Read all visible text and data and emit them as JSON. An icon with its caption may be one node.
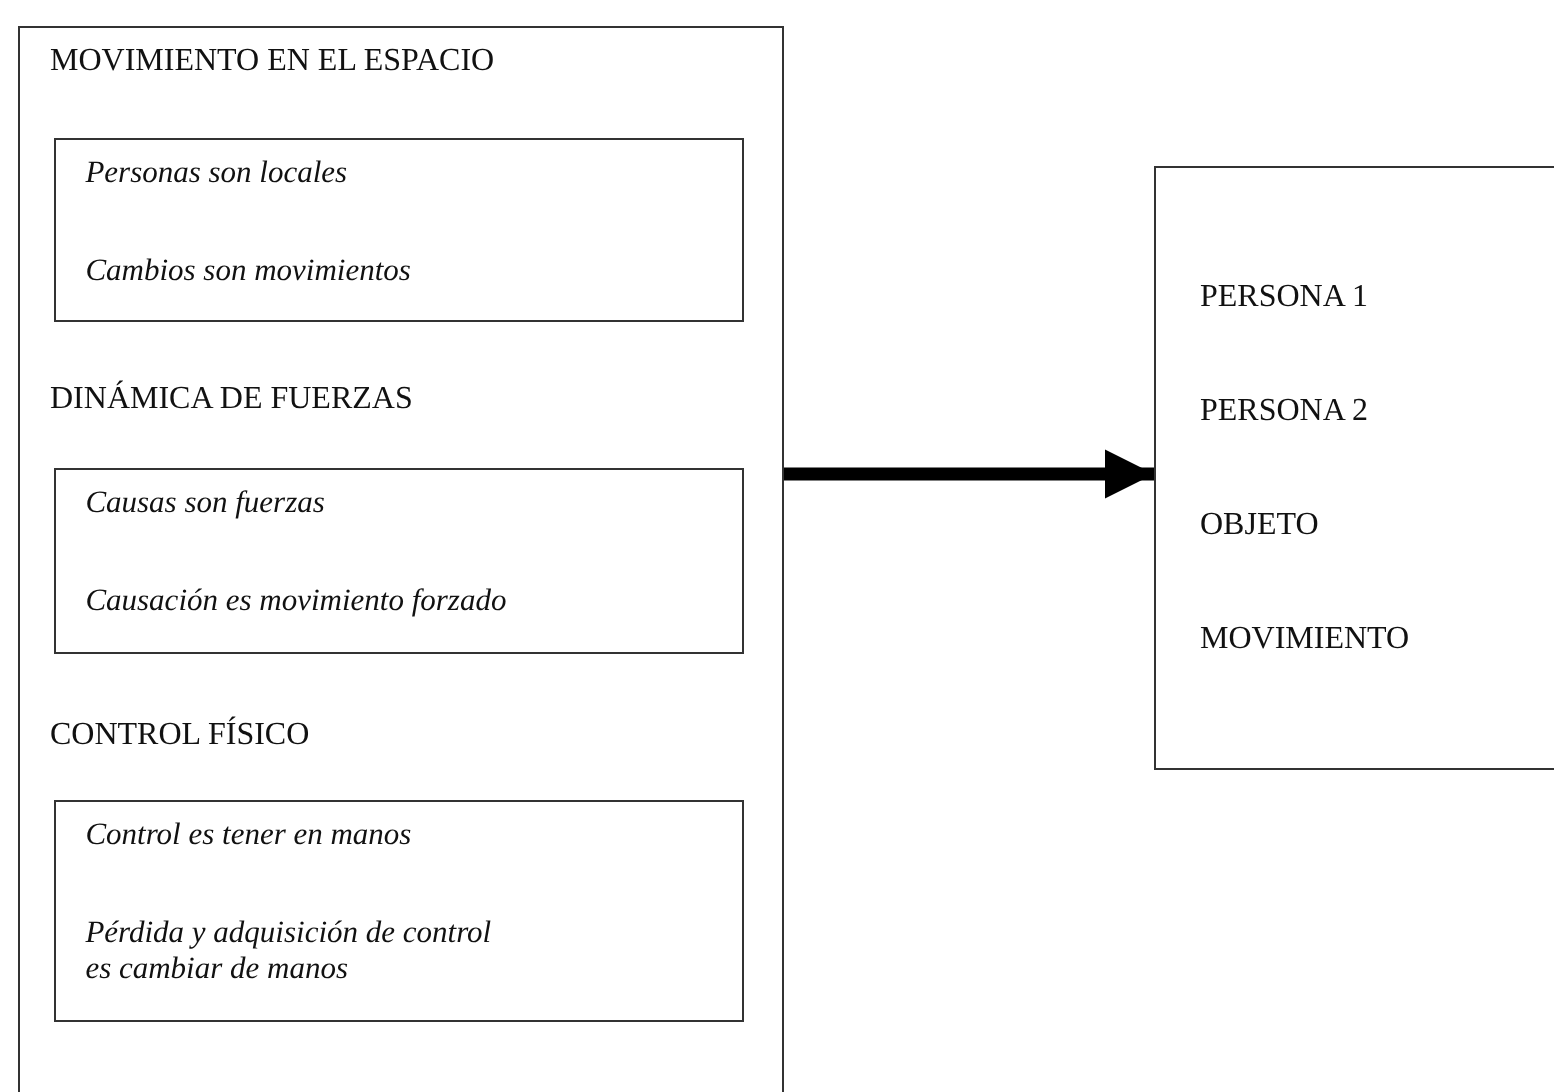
{
  "diagram": {
    "nodes": [
      {
        "text": [
          "MOVIMIENTO EN EL ESPACIO",
          "DINÁMICA DE FUERZAS",
          "CONTROL FÍSICO"
        ]
      },
      {
        "text": [
          "Personas son locales",
          "Cambios son movimientos"
        ],
        "in": 0
      },
      {
        "text": [
          "Causas son fuerzas",
          "Causación es movimiento forzado"
        ],
        "in": 0
      },
      {
        "text": [
          "Control es tener en manos",
          "Pérdida y adquisición de control es cambiar de manos"
        ],
        "in": 0
      },
      {
        "text": [
          "PERSONA 1",
          "PERSONA 2",
          "OBJETO",
          "MOVIMIENTO"
        ]
      }
    ],
    "edges": [
      {
        "from": 0,
        "to": 4,
        "arrow": "to"
      }
    ]
  }
}
